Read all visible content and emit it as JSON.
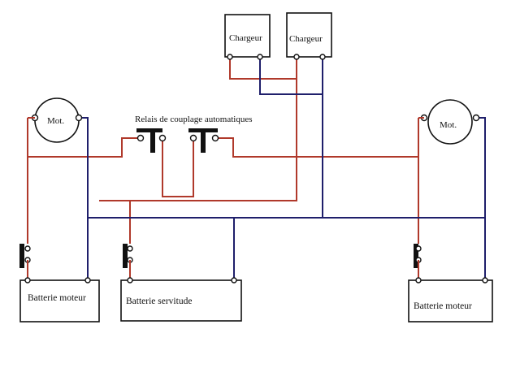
{
  "labels": {
    "charger_left": "Chargeur",
    "charger_right": "Chargeur",
    "relay_title": "Relais de couplage automatiques",
    "motor_left": "Mot.",
    "motor_right": "Mot.",
    "battery_engine_left": "Batterie moteur",
    "battery_service": "Batterie servitude",
    "battery_engine_right": "Batterie moteur"
  },
  "colors": {
    "positive_wire": "#b0392b",
    "negative_wire": "#1f1f6b",
    "outline": "#111111"
  }
}
